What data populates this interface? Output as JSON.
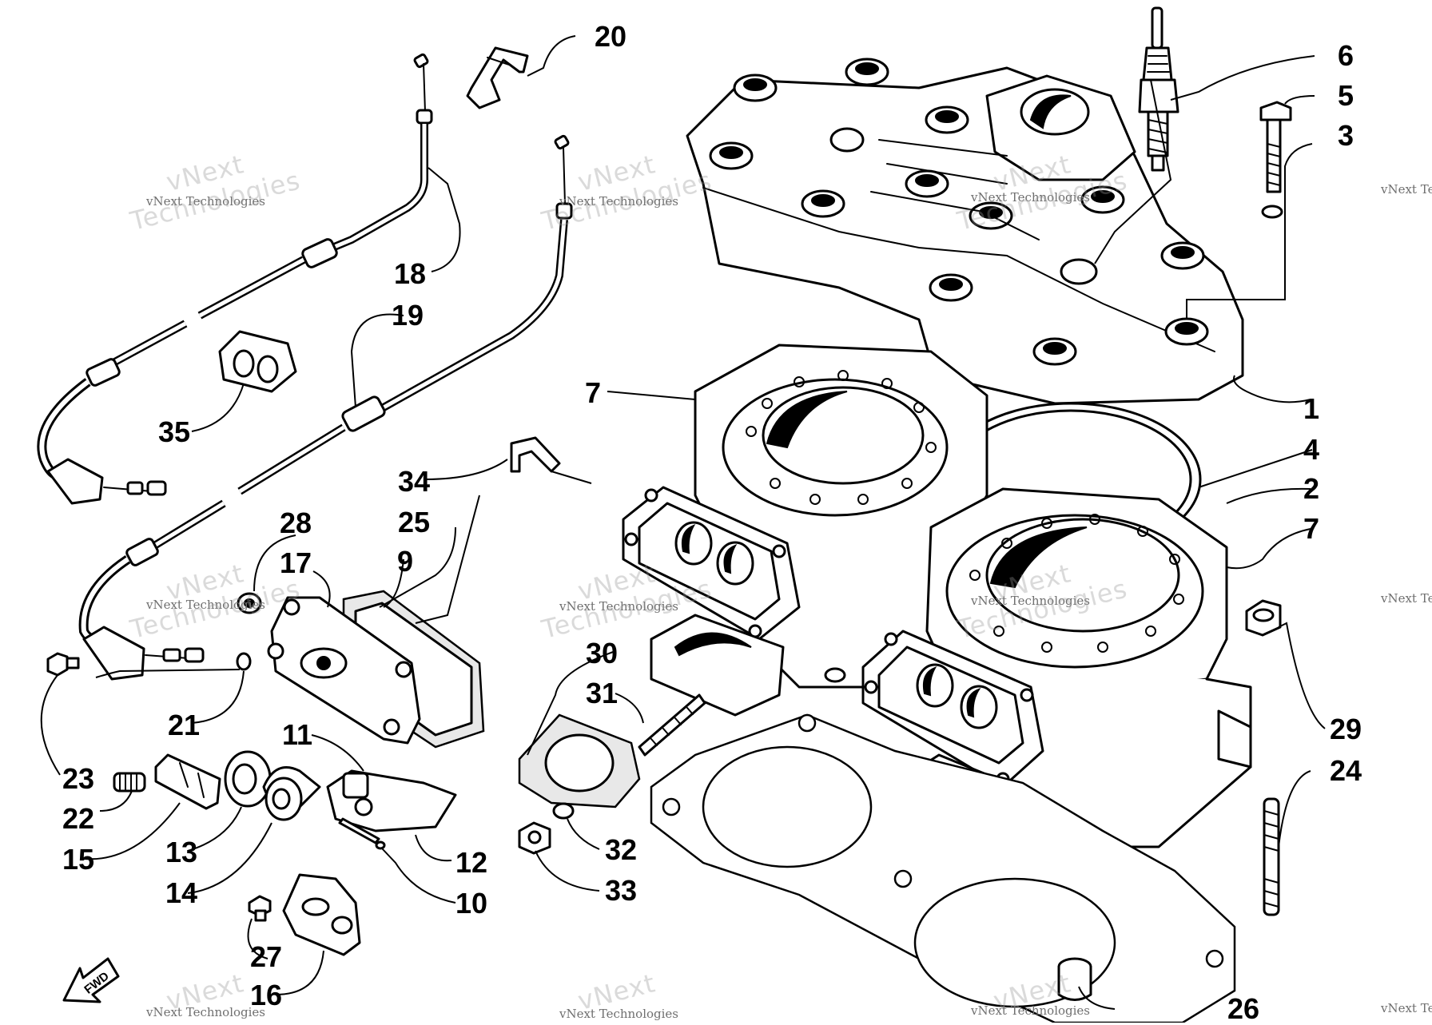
{
  "diagram": {
    "callouts": [
      "1",
      "2",
      "3",
      "4",
      "5",
      "6",
      "7",
      "7",
      "9",
      "10",
      "11",
      "12",
      "13",
      "14",
      "15",
      "16",
      "17",
      "18",
      "19",
      "20",
      "21",
      "22",
      "23",
      "24",
      "25",
      "26",
      "27",
      "28",
      "29",
      "30",
      "31",
      "32",
      "33",
      "34",
      "35"
    ],
    "direction_label": "FWD",
    "watermark": {
      "small": "vNext Technologies",
      "large_line1": "vNext",
      "large_line2": "Technologies"
    }
  }
}
